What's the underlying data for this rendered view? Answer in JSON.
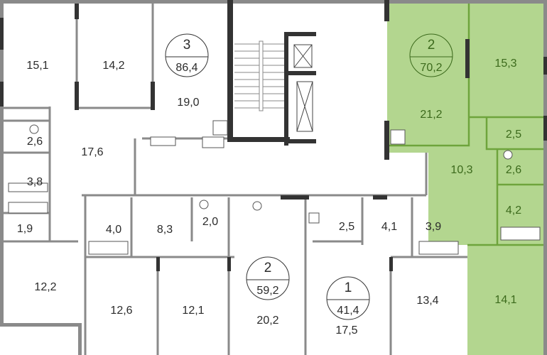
{
  "colors": {
    "highlight_fill": "#b3d68f",
    "highlight_text": "#3c6a1c",
    "wall": "#8a8a8a",
    "core_wall": "#333333"
  },
  "apartments": [
    {
      "rooms": "3",
      "area": "86,4",
      "highlighted": false
    },
    {
      "rooms": "2",
      "area": "70,2",
      "highlighted": true
    },
    {
      "rooms": "2",
      "area": "59,2",
      "highlighted": false
    },
    {
      "rooms": "1",
      "area": "41,4",
      "highlighted": false
    }
  ],
  "room_areas": {
    "r15_1": "15,1",
    "r14_2": "14,2",
    "r19_0": "19,0",
    "r17_6": "17,6",
    "r2_6a": "2,6",
    "r3_8": "3,8",
    "r1_9": "1,9",
    "r12_2": "12,2",
    "r21_2": "21,2",
    "r15_3": "15,3",
    "r2_5a": "2,5",
    "r10_3": "10,3",
    "r2_6b": "2,6",
    "r4_2": "4,2",
    "r14_1": "14,1",
    "r4_0": "4,0",
    "r8_3": "8,3",
    "r2_0": "2,0",
    "r12_6": "12,6",
    "r12_1": "12,1",
    "r20_2": "20,2",
    "r2_5b": "2,5",
    "r4_1": "4,1",
    "r3_9": "3,9",
    "r13_4": "13,4",
    "r17_5": "17,5"
  }
}
